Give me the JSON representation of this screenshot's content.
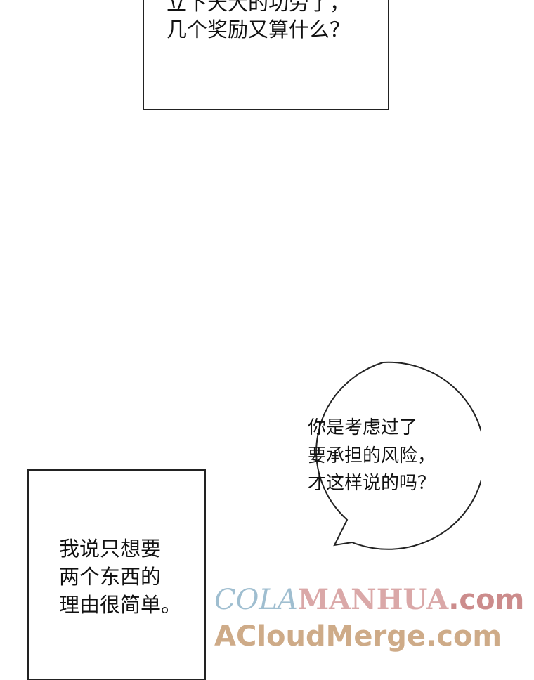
{
  "panels": {
    "top_caption": {
      "lines": [
        "立下天大的功劳了，",
        "几个奖励又算什么？"
      ]
    },
    "speech_bubble": {
      "lines": [
        "你是考虑过了",
        "要承担的风险，",
        "才这样说的吗？"
      ]
    },
    "bottom_caption": {
      "lines": [
        "我说只想要",
        "两个东西的",
        "理由很简单。"
      ]
    }
  },
  "watermarks": {
    "line1_part1": "COLA",
    "line1_part2": "MANHUA",
    "line1_part3": ".com",
    "line2": "ACloudMerge.com"
  },
  "colors": {
    "wm_blue": "#8fb3c8",
    "wm_pink": "#d49a9a",
    "wm_red": "#c47878",
    "wm_tan": "#c9a27c"
  }
}
